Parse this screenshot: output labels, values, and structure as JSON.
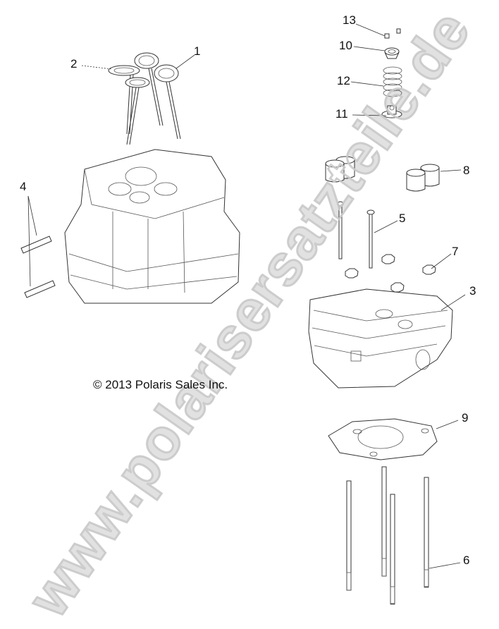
{
  "diagram": {
    "type": "exploded-parts-diagram",
    "subject": "Engine cylinder head assembly",
    "copyright": "© 2013 Polaris Sales Inc.",
    "watermark": "www.polarisersatzteile.de",
    "colors": {
      "line": "#333333",
      "text": "#111111",
      "watermark": "#d0d0d0",
      "background": "#ffffff"
    },
    "callouts": [
      {
        "number": "1",
        "label": "1",
        "part": "exhaust valve"
      },
      {
        "number": "2",
        "label": "2",
        "part": "intake valve"
      },
      {
        "number": "3",
        "label": "3",
        "part": "cylinder head"
      },
      {
        "number": "4",
        "label": "4",
        "part": "dowel pins"
      },
      {
        "number": "5",
        "label": "5",
        "part": "head bolts"
      },
      {
        "number": "6",
        "label": "6",
        "part": "studs"
      },
      {
        "number": "7",
        "label": "7",
        "part": "flange nuts"
      },
      {
        "number": "8",
        "label": "8",
        "part": "valve buckets / tappets"
      },
      {
        "number": "9",
        "label": "9",
        "part": "head gasket"
      },
      {
        "number": "10",
        "label": "10",
        "part": "spring retainer"
      },
      {
        "number": "11",
        "label": "11",
        "part": "valve stem seal / spring seat"
      },
      {
        "number": "12",
        "label": "12",
        "part": "valve spring"
      },
      {
        "number": "13",
        "label": "13",
        "part": "valve keepers"
      }
    ]
  }
}
